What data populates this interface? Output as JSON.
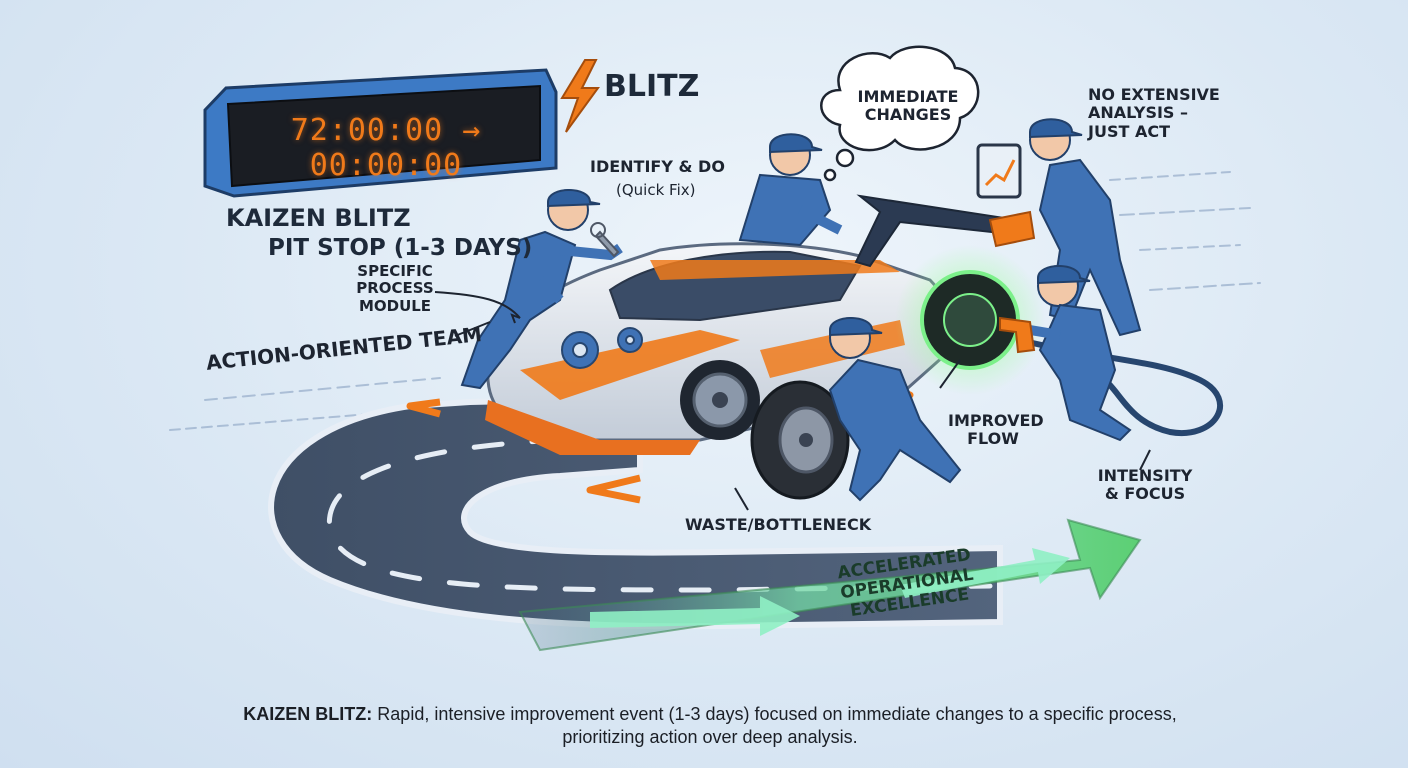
{
  "timer": {
    "display": "72:00:00 → 00:00:00"
  },
  "blitz_badge": "BLITZ",
  "title": {
    "line1": "KAIZEN BLITZ",
    "line2": "PIT STOP (1-3 DAYS)"
  },
  "labels": {
    "specific_process": "SPECIFIC PROCESS MODULE",
    "action_team": "ACTION-ORIENTED TEAM",
    "identify_do": "IDENTIFY & DO",
    "quick_fix": "(Quick Fix)",
    "immediate_changes": "IMMEDIATE CHANGES",
    "no_analysis": "NO EXTENSIVE ANALYSIS – JUST ACT",
    "improved_flow": "IMPROVED FLOW",
    "intensity_focus": "INTENSITY & FOCUS",
    "waste_bottleneck": "WASTE/BOTTLENECK",
    "accelerated": "ACCELERATED OPERATIONAL EXCELLENCE"
  },
  "caption": {
    "term": "KAIZEN BLITZ:",
    "definition": "Rapid, intensive improvement event (1-3 days) focused on immediate changes to a specific process, prioritizing action over deep analysis."
  },
  "colors": {
    "accent_orange": "#f07a1a",
    "team_blue": "#3f72b5",
    "arrow_green": "#6fd08a",
    "track": "#4a5d78"
  }
}
